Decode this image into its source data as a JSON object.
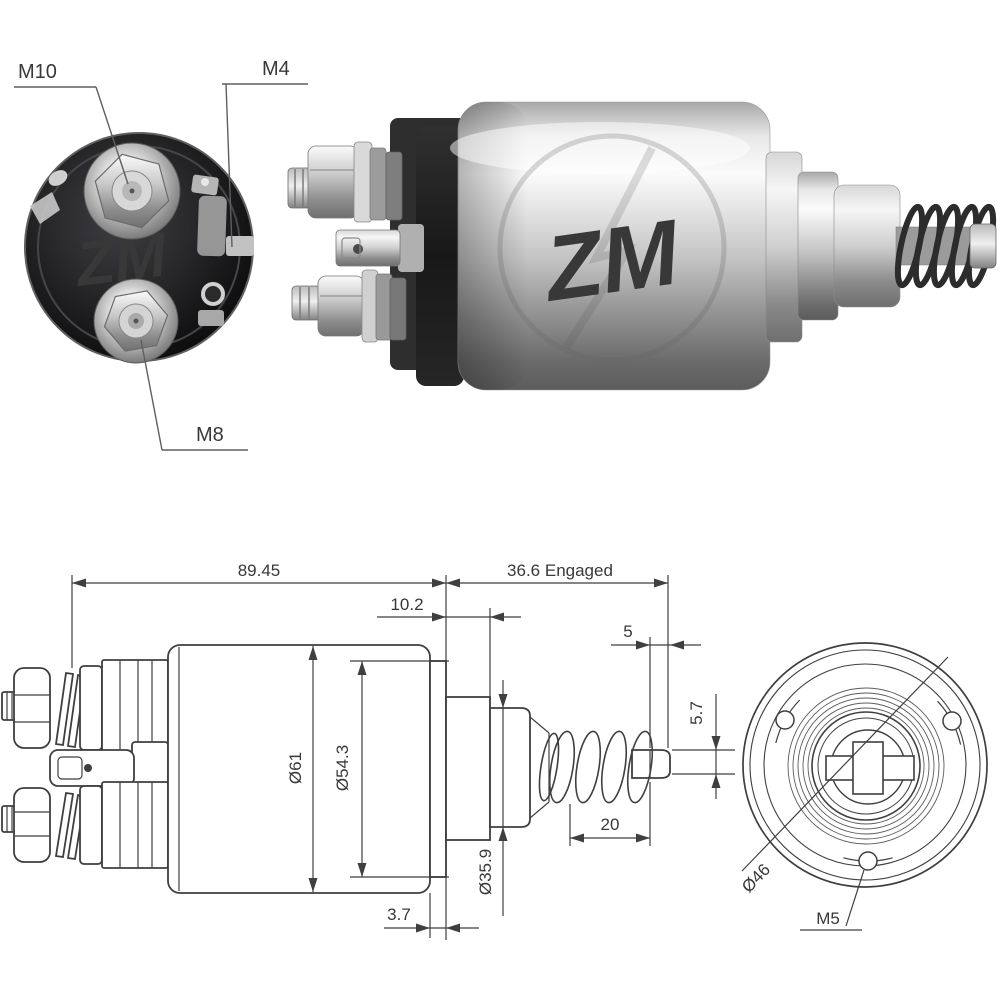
{
  "end_view": {
    "logo": "ZM",
    "label_top": "M10",
    "label_side": "M4",
    "label_bottom": "M8"
  },
  "photo": {
    "watermark": "ZM"
  },
  "drawing": {
    "overall_length": "89.45",
    "engaged_length": "36.6 Engaged",
    "collar_depth": "10.2",
    "pin_length": "5",
    "pin_offset": "5.7",
    "body_diameter": "Ø61",
    "flange_diameter": "Ø54.3",
    "nose_diameter": "Ø35.9",
    "spring_travel": "20",
    "flange_thickness": "3.7",
    "bolt_circle": "Ø46",
    "mount_thread": "M5"
  },
  "colors": {
    "background": "#ffffff",
    "line": "#3f3f3f",
    "text": "#383838",
    "metal_light": "#f2f2f2",
    "metal_dark": "#5c5c5c",
    "cap_dark": "#1f1f1f"
  }
}
